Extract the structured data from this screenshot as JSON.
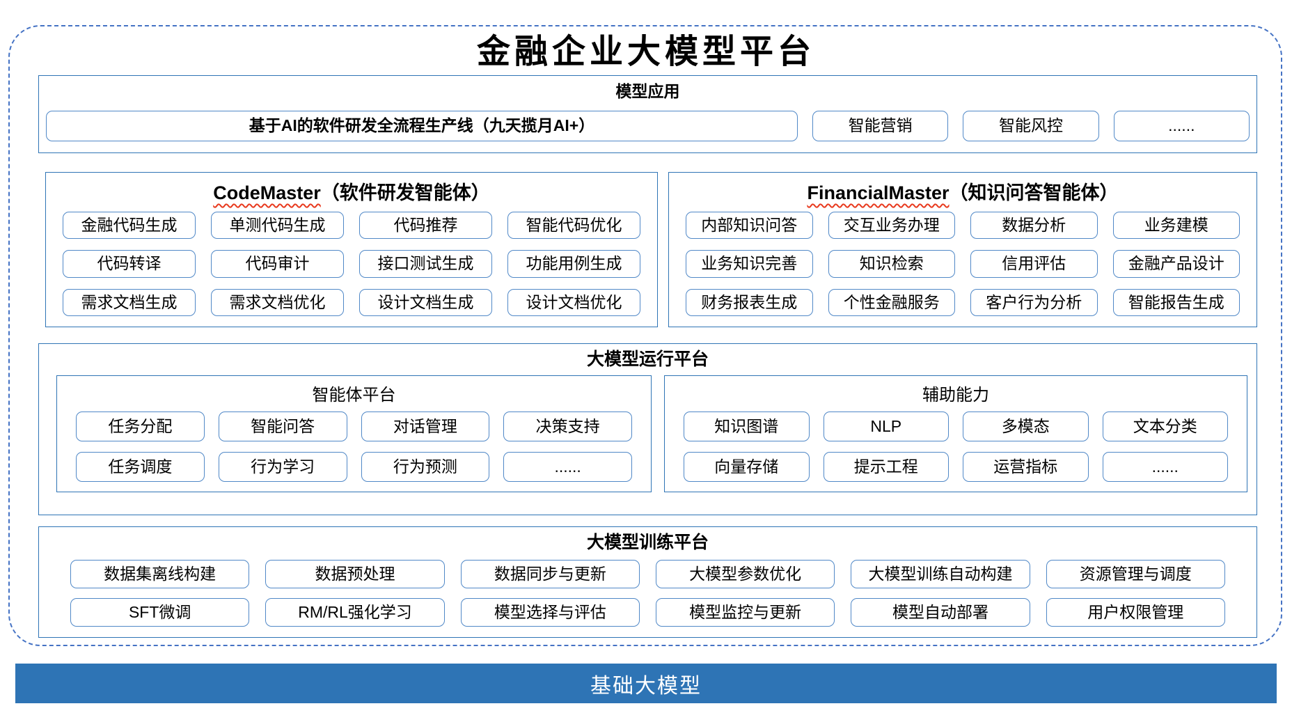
{
  "title": "金融企业大模型平台",
  "colors": {
    "accent": "#4472C4",
    "container-border": "#2E74B5",
    "box-border": "#5088C7",
    "bar-bg": "#2E74B5",
    "squiggle": "#E8391D"
  },
  "model_app": {
    "header": "模型应用",
    "main_box": "基于AI的软件研发全流程生产线（九天揽月AI+）",
    "boxes": [
      "智能营销",
      "智能风控",
      "......"
    ]
  },
  "agents": [
    {
      "name_en": "CodeMaster",
      "name_cn": "（软件研发智能体）",
      "rows": [
        [
          "金融代码生成",
          "单测代码生成",
          "代码推荐",
          "智能代码优化"
        ],
        [
          "代码转译",
          "代码审计",
          "接口测试生成",
          "功能用例生成"
        ],
        [
          "需求文档生成",
          "需求文档优化",
          "设计文档生成",
          "设计文档优化"
        ]
      ]
    },
    {
      "name_en": "FinancialMaster",
      "name_cn": "（知识问答智能体）",
      "rows": [
        [
          "内部知识问答",
          "交互业务办理",
          "数据分析",
          "业务建模"
        ],
        [
          "业务知识完善",
          "知识检索",
          "信用评估",
          "金融产品设计"
        ],
        [
          "财务报表生成",
          "个性金融服务",
          "客户行为分析",
          "智能报告生成"
        ]
      ]
    }
  ],
  "runtime": {
    "header": "大模型运行平台",
    "panels": [
      {
        "title": "智能体平台",
        "rows": [
          [
            "任务分配",
            "智能问答",
            "对话管理",
            "决策支持"
          ],
          [
            "任务调度",
            "行为学习",
            "行为预测",
            "......"
          ]
        ]
      },
      {
        "title": "辅助能力",
        "rows": [
          [
            "知识图谱",
            "NLP",
            "多模态",
            "文本分类"
          ],
          [
            "向量存储",
            "提示工程",
            "运营指标",
            "......"
          ]
        ]
      }
    ]
  },
  "training": {
    "header": "大模型训练平台",
    "rows": [
      [
        "数据集离线构建",
        "数据预处理",
        "数据同步与更新",
        "大模型参数优化",
        "大模型训练自动构建",
        "资源管理与调度"
      ],
      [
        "SFT微调",
        "RM/RL强化学习",
        "模型选择与评估",
        "模型监控与更新",
        "模型自动部署",
        "用户权限管理"
      ]
    ]
  },
  "foundation": "基础大模型"
}
